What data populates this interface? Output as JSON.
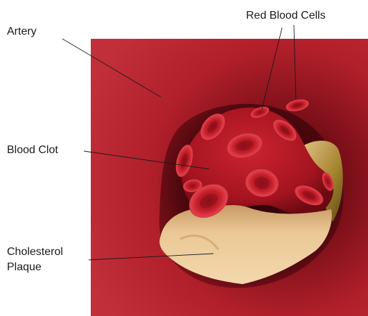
{
  "labels": {
    "artery": "Artery",
    "red_blood_cells": "Red Blood Cells",
    "blood_clot": "Blood Clot",
    "cholesterol_line1": "Cholesterol",
    "cholesterol_line2": "Plaque"
  },
  "colors": {
    "artery_wall": "#b4222d",
    "artery_dark": "#5c0a12",
    "blood_cell": "#c8202c",
    "blood_cell_highlight": "#e0525c",
    "plaque_light": "#f0cfa0",
    "plaque_shadow": "#c99a6a",
    "plaque_deep": "#7a6020"
  }
}
